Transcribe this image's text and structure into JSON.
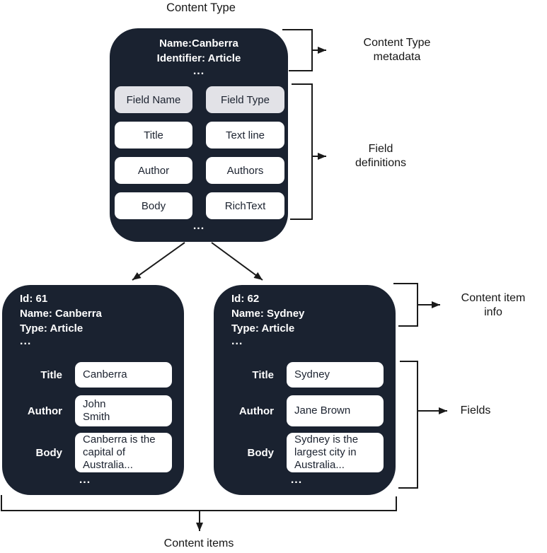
{
  "colors": {
    "box_background": "#1a2230",
    "header_chip_background": "#e2e2e7",
    "chip_background": "#ffffff",
    "chip_text": "#1c2330",
    "box_text": "#ffffff",
    "connector_line": "#1a1a1a",
    "label_text": "#161616",
    "page_background": "#ffffff"
  },
  "title": "Content Type",
  "content_type": {
    "meta": [
      "Name:Canberra",
      "Identifier: Article"
    ],
    "meta_more": "...",
    "table": {
      "headers": [
        "Field Name",
        "Field Type"
      ],
      "rows": [
        [
          "Title",
          "Text line"
        ],
        [
          "Author",
          "Authors"
        ],
        [
          "Body",
          "RichText"
        ]
      ]
    },
    "table_more": "..."
  },
  "content_items": [
    {
      "meta": [
        "Id: 61",
        "Name: Canberra",
        "Type: Article"
      ],
      "meta_more": "...",
      "fields": [
        {
          "label": "Title",
          "value": "Canberra"
        },
        {
          "label": "Author",
          "value": "John\nSmith"
        },
        {
          "label": "Body",
          "value": "Canberra is the\ncapital of\nAustralia..."
        }
      ],
      "fields_more": "..."
    },
    {
      "meta": [
        "Id: 62",
        "Name: Sydney",
        "Type: Article"
      ],
      "meta_more": "...",
      "fields": [
        {
          "label": "Title",
          "value": "Sydney"
        },
        {
          "label": "Author",
          "value": "Jane Brown"
        },
        {
          "label": "Body",
          "value": "Sydney is the\nlargest city in\nAustralia..."
        }
      ],
      "fields_more": "..."
    }
  ],
  "annotations": {
    "content_type_metadata": "Content Type\nmetadata",
    "field_definitions": "Field\ndefinitions",
    "content_item_info": "Content item\ninfo",
    "fields": "Fields",
    "content_items": "Content items"
  }
}
